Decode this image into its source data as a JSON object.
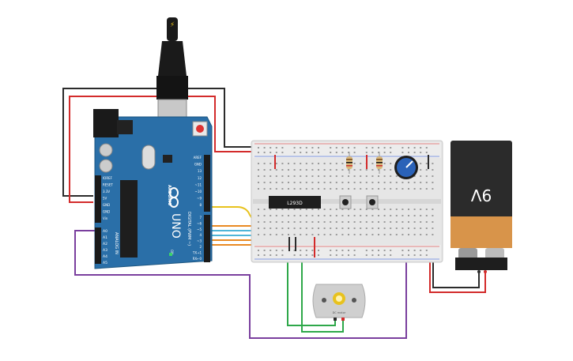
{
  "arduino": {
    "brand": "ARDUINO",
    "model": "UNO",
    "power_header": [
      "IOREF",
      "RESET",
      "3.3V",
      "5V",
      "GND",
      "GND",
      "Vin"
    ],
    "analog_header_title": "ANALOG IN",
    "analog_header": [
      "A0",
      "A1",
      "A2",
      "A3",
      "A4",
      "A5"
    ],
    "digital_header_title": "DIGITAL (PWM ~)",
    "digital_header": [
      "AREF",
      "GND",
      "13",
      "12",
      "~11",
      "~10",
      "~9",
      "8",
      "7",
      "~6",
      "~5",
      "4",
      "~3",
      "2",
      "TX→1",
      "RX←0"
    ],
    "tx_label": "TX",
    "rx_label": "RX",
    "on_label": "ON",
    "l_label": "L"
  },
  "chip": {
    "label": "L293D"
  },
  "battery": {
    "label": "9V"
  },
  "motor": {
    "label": "DC motor"
  },
  "colors": {
    "board": "#2a6fa8",
    "board_dark": "#1f5a8a",
    "breadboard": "#e8e8e8",
    "wire_red": "#d32b2b",
    "wire_black": "#2b2b2b",
    "wire_yellow": "#e8c21d",
    "wire_cyan": "#4fb5d8",
    "wire_orange": "#e98a23",
    "wire_purple": "#7a3f9e",
    "wire_green": "#2ea84a",
    "battery_body": "#2b2b2b",
    "battery_label": "#d8944a"
  }
}
